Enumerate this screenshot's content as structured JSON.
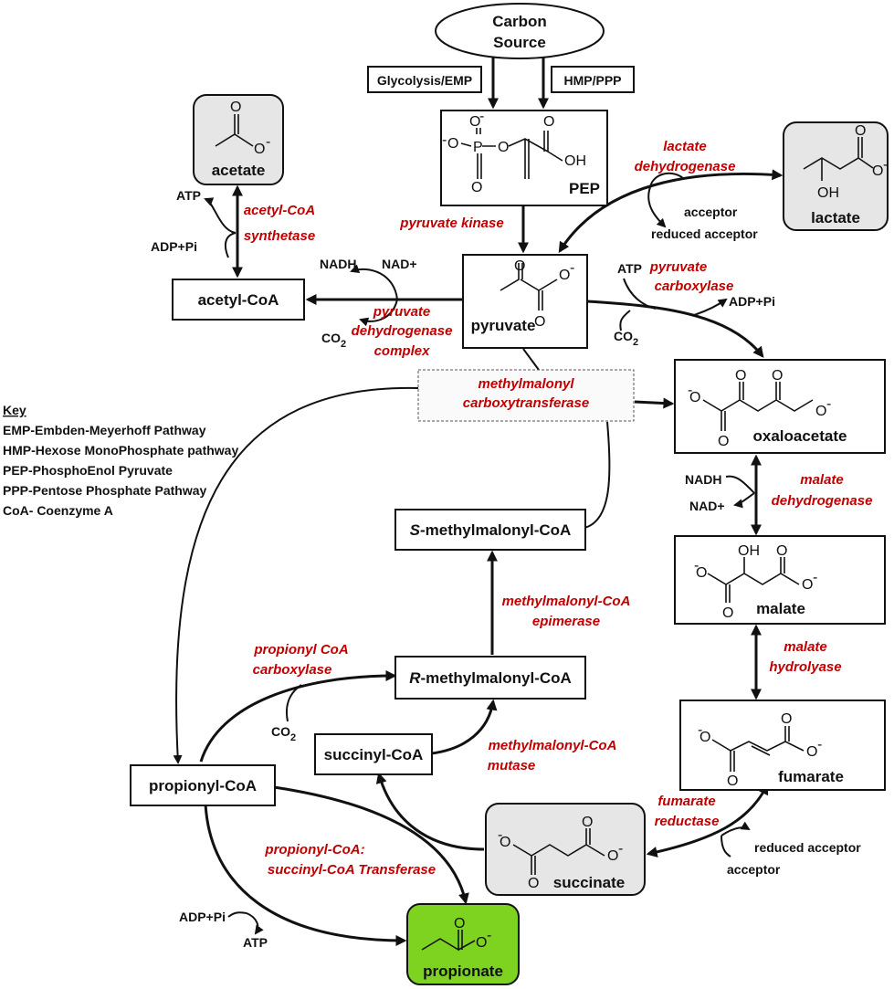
{
  "nodes": {
    "carbon_source_line1": "Carbon",
    "carbon_source_line2": "Source",
    "glycolysis": "Glycolysis/EMP",
    "hmp": "HMP/PPP",
    "pep": "PEP",
    "acetate": "acetate",
    "lactate": "lactate",
    "acetyl_coa": "acetyl-CoA",
    "pyruvate": "pyruvate",
    "oxaloacetate": "oxaloacetate",
    "malate": "malate",
    "fumarate": "fumarate",
    "succinate": "succinate",
    "succinyl_coa": "succinyl-CoA",
    "s_methylmalonyl_prefix": "S",
    "s_methylmalonyl_rest": "-methylmalonyl-CoA",
    "r_methylmalonyl_prefix": "R",
    "r_methylmalonyl_rest": "-methylmalonyl-CoA",
    "propionyl_coa": "propionyl-CoA",
    "propionate": "propionate"
  },
  "enzymes": {
    "acetyl_coa_synthetase_1": "acetyl-CoA",
    "acetyl_coa_synthetase_2": "synthetase",
    "pyruvate_kinase": "pyruvate kinase",
    "lactate_dehydrogenase_1": "lactate",
    "lactate_dehydrogenase_2": "dehydrogenase",
    "pyruvate_carboxylase_1": "pyruvate",
    "pyruvate_carboxylase_2": "carboxylase",
    "pdh_1": "pyruvate",
    "pdh_2": "dehydrogenase",
    "pdh_3": "complex",
    "mmct_1": "methylmalonyl",
    "mmct_2": "carboxytransferase",
    "malate_dh_1": "malate",
    "malate_dh_2": "dehydrogenase",
    "mm_epimerase_1": "methylmalonyl-CoA",
    "mm_epimerase_2": "epimerase",
    "malate_hydrolyase_1": "malate",
    "malate_hydrolyase_2": "hydrolyase",
    "propionyl_carboxylase_1": "propionyl CoA",
    "propionyl_carboxylase_2": "carboxylase",
    "mm_mutase_1": "methylmalonyl-CoA",
    "mm_mutase_2": "mutase",
    "fumarate_reductase_1": "fumarate",
    "fumarate_reductase_2": "reductase",
    "transferase_1": "propionyl-CoA:",
    "transferase_2": "succinyl-CoA Transferase"
  },
  "cofactors": {
    "atp": "ATP",
    "adp_pi": "ADP+Pi",
    "nadh": "NADH",
    "nad_plus": "NAD+",
    "co2_c": "CO",
    "co2_sub": "2",
    "acceptor": "acceptor",
    "reduced_acceptor": "reduced acceptor"
  },
  "atoms": {
    "o": "O",
    "o_minus": "O",
    "minus": "-",
    "oh": "OH",
    "p": "P"
  },
  "key": {
    "title": "Key",
    "lines": [
      "EMP-Embden-Meyerhoff Pathway",
      "HMP-Hexose MonoPhosphate pathway",
      "PEP-PhosphoEnol Pyruvate",
      "PPP-Pentose Phosphate Pathway",
      "CoA- Coenzyme A"
    ]
  },
  "colors": {
    "enzyme": "#c00000",
    "grey_box": "#e6e6e6",
    "propionate_box": "#7ed321"
  }
}
